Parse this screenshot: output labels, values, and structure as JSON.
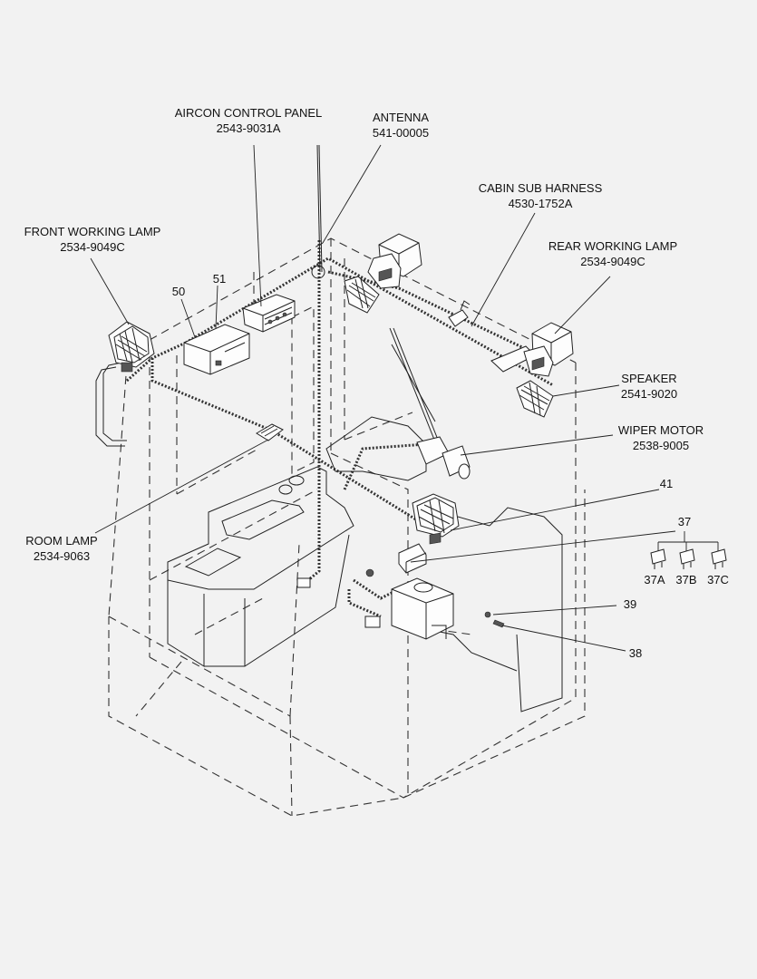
{
  "labels": {
    "aircon_title": "AIRCON CONTROL PANEL",
    "aircon_pn": "2543-9031A",
    "antenna_title": "ANTENNA",
    "antenna_pn": "541-00005",
    "cabin_title": "CABIN SUB HARNESS",
    "cabin_pn": "4530-1752A",
    "front_lamp_title": "FRONT WORKING LAMP",
    "front_lamp_pn": "2534-9049C",
    "rear_lamp_title": "REAR WORKING LAMP",
    "rear_lamp_pn": "2534-9049C",
    "speaker_title": "SPEAKER",
    "speaker_pn": "2541-9020",
    "wiper_title": "WIPER MOTOR",
    "wiper_pn": "2538-9005",
    "room_lamp_title": "ROOM LAMP",
    "room_lamp_pn": "2534-9063",
    "n50": "50",
    "n51": "51",
    "n41": "41",
    "n37": "37",
    "n37a": "37A",
    "n37b": "37B",
    "n37c": "37C",
    "n39": "39",
    "n38": "38"
  }
}
